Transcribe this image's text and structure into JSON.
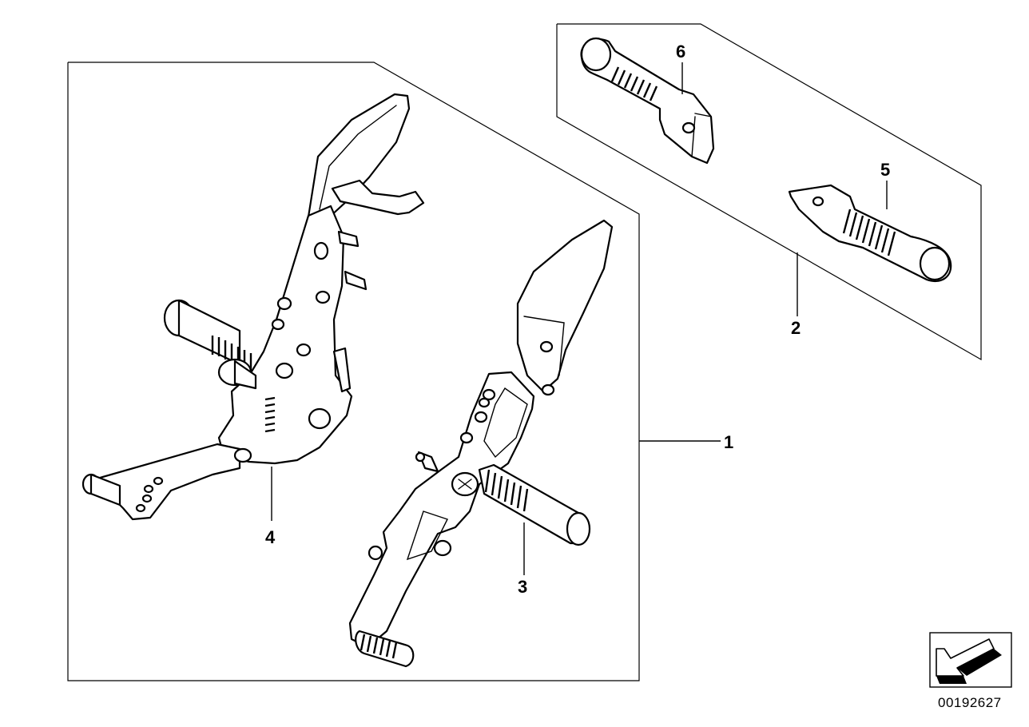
{
  "diagram": {
    "callouts": [
      {
        "id": "callout-1",
        "text": "1"
      },
      {
        "id": "callout-2",
        "text": "2"
      },
      {
        "id": "callout-3",
        "text": "3"
      },
      {
        "id": "callout-4",
        "text": "4"
      },
      {
        "id": "callout-5",
        "text": "5"
      },
      {
        "id": "callout-6",
        "text": "6"
      }
    ],
    "document_number": "00192627",
    "icon": "direction-arrow-icon"
  }
}
